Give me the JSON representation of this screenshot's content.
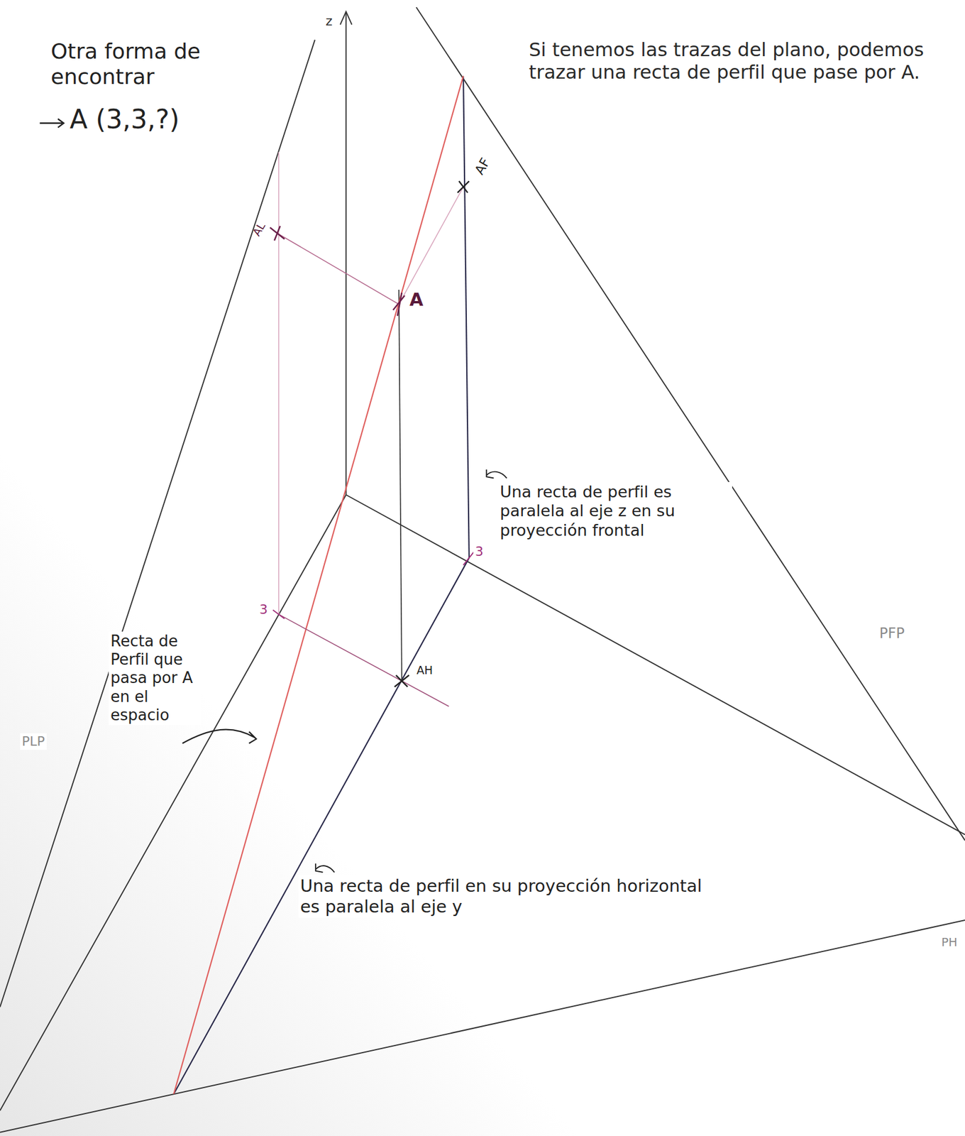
{
  "diagram": {
    "labels": [
      "Otra forma de encontrar",
      "A (3,3,?)",
      "z",
      "Si tenemos las trazas del plano, podemos trazar una recta de perfil que pase por A.",
      "AF",
      "A",
      "AL",
      "Una recta de perfil es paralela al eje z en su proyección frontal",
      "3",
      "3",
      "AH",
      "PFP",
      "Recta de Perfil que pasa por A en el espacio",
      "PLP",
      "Una recta de perfil en su proyección horizontal es paralela al eje y",
      "PH"
    ]
  }
}
